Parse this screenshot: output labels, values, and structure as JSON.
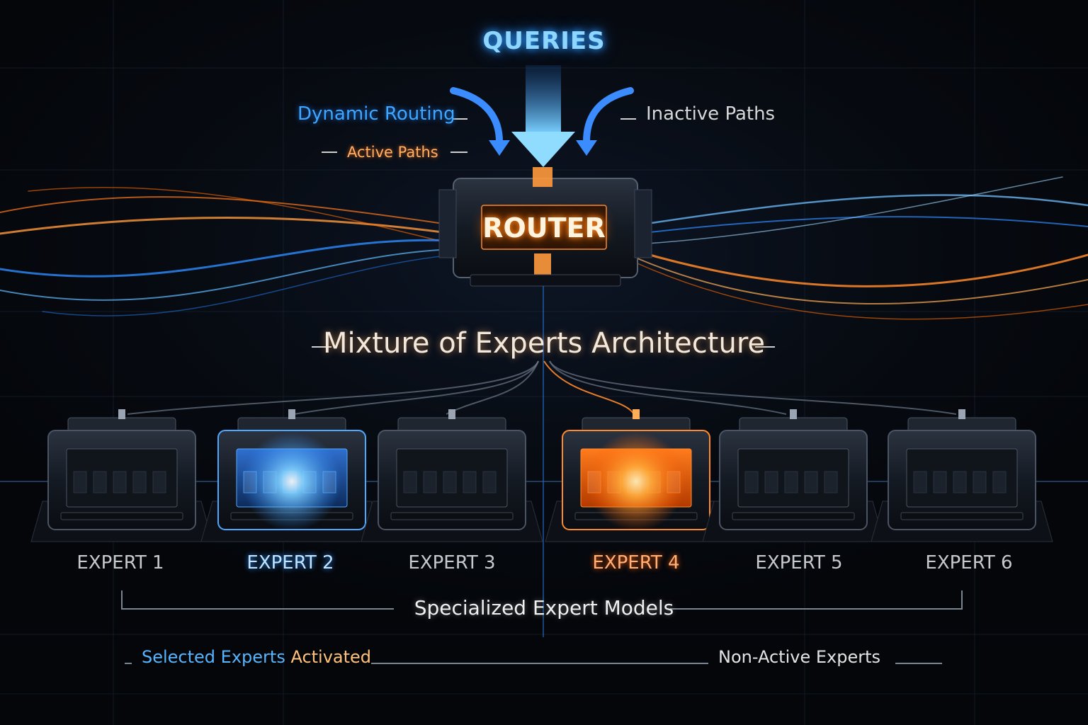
{
  "header": {
    "queries": "QUERIES"
  },
  "annotations": {
    "dynamic_routing": "Dynamic Routing",
    "active_paths": "Active Paths",
    "inactive_paths": "Inactive Paths"
  },
  "router": {
    "label": "ROUTER"
  },
  "title": "Mixture of Experts Architecture",
  "experts": [
    {
      "label": "EXPERT 1",
      "state": "inactive"
    },
    {
      "label": "EXPERT 2",
      "state": "active-blue"
    },
    {
      "label": "EXPERT 3",
      "state": "inactive"
    },
    {
      "label": "EXPERT 4",
      "state": "active-orange"
    },
    {
      "label": "EXPERT 5",
      "state": "inactive"
    },
    {
      "label": "EXPERT 6",
      "state": "inactive"
    }
  ],
  "footer": {
    "specialized": "Specialized Expert Models",
    "selected_a": "Selected Experts ",
    "selected_b": "Activated",
    "non_active": "Non-Active Experts"
  },
  "colors": {
    "active_blue": "#2d8cff",
    "active_orange": "#ff6a00",
    "inactive": "#c7c9cc",
    "background": "#05070b"
  },
  "icons": [
    "arrow-down-icon",
    "curved-arrow-icon",
    "router-device-icon",
    "expert-server-icon"
  ]
}
